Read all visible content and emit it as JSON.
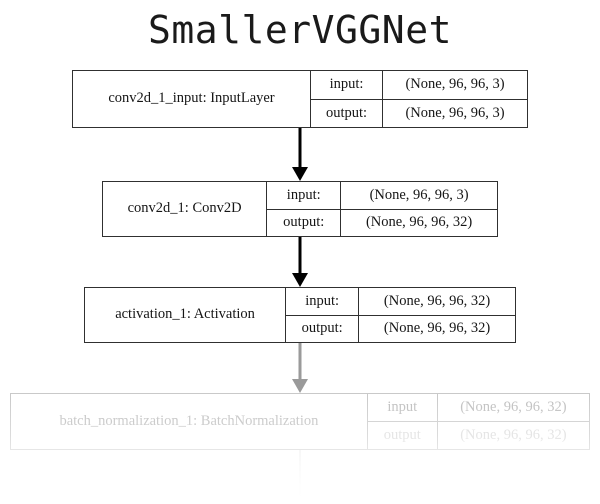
{
  "title": "SmallerVGGNet",
  "io_labels": {
    "input": "input:",
    "output": "output:"
  },
  "io_labels_faded": {
    "input": "input",
    "output": "output"
  },
  "nodes": [
    {
      "id": "conv2d_1_input",
      "name": "conv2d_1_input: InputLayer",
      "input_label": "input:",
      "input_shape": "(None, 96, 96, 3)",
      "output_label": "output:",
      "output_shape": "(None, 96, 96, 3)",
      "state": "normal"
    },
    {
      "id": "conv2d_1",
      "name": "conv2d_1: Conv2D",
      "input_label": "input:",
      "input_shape": "(None, 96, 96, 3)",
      "output_label": "output:",
      "output_shape": "(None, 96, 96, 32)",
      "state": "normal"
    },
    {
      "id": "activation_1",
      "name": "activation_1: Activation",
      "input_label": "input:",
      "input_shape": "(None, 96, 96, 32)",
      "output_label": "output:",
      "output_shape": "(None, 96, 96, 32)",
      "state": "normal"
    },
    {
      "id": "batch_normalization_1",
      "name": "batch_normalization_1: BatchNormalization",
      "input_label": "input",
      "input_shape": "(None, 96, 96, 32)",
      "output_label": "output",
      "output_shape": "(None, 96, 96, 32)",
      "state": "faded"
    }
  ],
  "edges": [
    {
      "id": "edge-1",
      "from": "conv2d_1_input",
      "to": "conv2d_1",
      "style": "dark"
    },
    {
      "id": "edge-2",
      "from": "conv2d_1",
      "to": "activation_1",
      "style": "dark"
    },
    {
      "id": "edge-3",
      "from": "activation_1",
      "to": "batch_normalization_1",
      "style": "gray"
    },
    {
      "id": "edge-4",
      "from": "batch_normalization_1",
      "to": "",
      "style": "pale"
    }
  ],
  "colors": {
    "background": "#ffffff",
    "border": "#303030",
    "text": "#151515",
    "faded_border": "#c9c9c9",
    "faded_text": "#bdbdbd",
    "arrow_dark": "#000000",
    "arrow_gray": "#9a9a9a"
  }
}
